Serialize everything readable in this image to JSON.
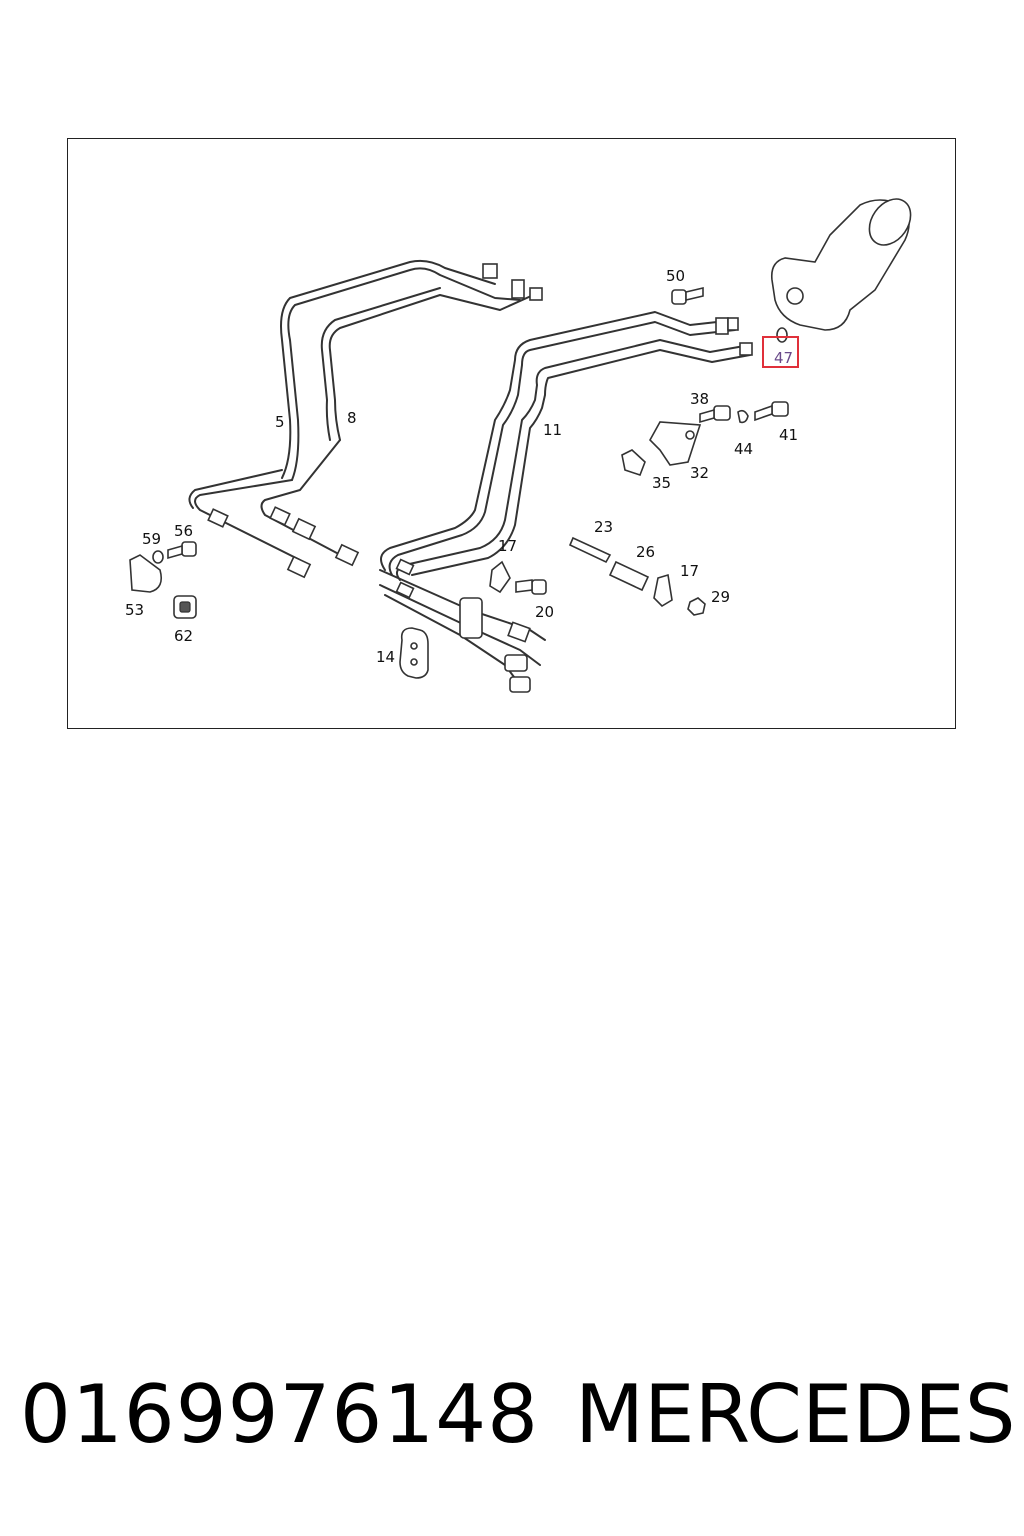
{
  "diagram": {
    "callouts": {
      "c5": "5",
      "c8": "8",
      "c11": "11",
      "c14": "14",
      "c17a": "17",
      "c17b": "17",
      "c20": "20",
      "c23": "23",
      "c26": "26",
      "c29": "29",
      "c32": "32",
      "c35": "35",
      "c38": "38",
      "c41": "41",
      "c44": "44",
      "c47": "47",
      "c50": "50",
      "c53": "53",
      "c56": "56",
      "c59": "59",
      "c62": "62"
    },
    "highlight_color": "#e0303a"
  },
  "footer": {
    "part_number": "0169976148",
    "brand": "MERCEDES"
  }
}
